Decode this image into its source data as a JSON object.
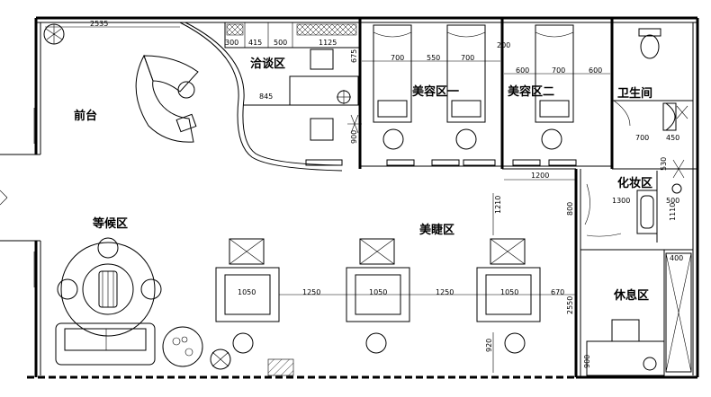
{
  "rooms": {
    "reception": "前台",
    "negotiation": "洽谈区",
    "beauty1": "美容区一",
    "beauty2": "美容区二",
    "toilet": "卫生间",
    "makeup": "化妆区",
    "waiting": "等候区",
    "eyelash": "美睫区",
    "rest": "休息区"
  },
  "dims": {
    "d2535": "2535",
    "d300": "300",
    "d415": "415",
    "d500a": "500",
    "d1125": "1125",
    "d675": "675",
    "d845": "845",
    "d900": "900",
    "d700a": "700",
    "d550": "550",
    "d700b": "700",
    "d200": "200",
    "d600a": "600",
    "d700c": "700",
    "d600b": "600",
    "d700d": "700",
    "d450": "450",
    "d530": "530",
    "d1200": "1200",
    "d1210": "1210",
    "d800": "800",
    "d1300": "1300",
    "d500b": "500",
    "d1110": "1110",
    "d400": "400",
    "d1050a": "1050",
    "d1250a": "1250",
    "d1050b": "1050",
    "d1250b": "1250",
    "d1050c": "1050",
    "d670": "670",
    "d2550": "2550",
    "d920": "920",
    "d900b": "900"
  }
}
